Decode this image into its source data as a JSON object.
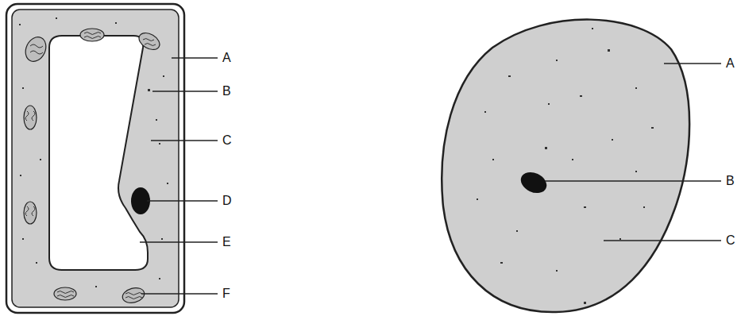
{
  "diagram": {
    "labels": [
      "A",
      "B",
      "C",
      "D",
      "E",
      "F",
      "A",
      "B",
      "C"
    ]
  }
}
